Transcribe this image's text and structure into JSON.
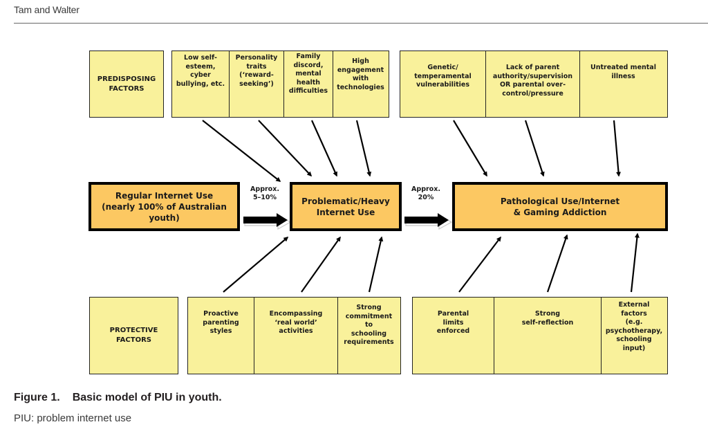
{
  "header": {
    "running_head": "Tam and Walter"
  },
  "predisposing": {
    "label": "PREDISPOSING\nFACTORS",
    "group1": [
      "Low self-\nesteem,\ncyber\nbullying, etc.",
      "Personality\ntraits\n(‘reward-\nseeking’)",
      "Family\ndiscord,\nmental\nhealth\ndifficulties",
      "High\nengagement\nwith\ntechnologies"
    ],
    "group2": [
      "Genetic/\ntemperamental\nvulnerabilities",
      "Lack of parent\nauthority/supervision\nOR parental over-\ncontrol/pressure",
      "Untreated mental\nillness"
    ]
  },
  "stages": {
    "regular": "Regular Internet Use\n(nearly 100% of Australian\nyouth)",
    "problematic": "Problematic/Heavy\nInternet Use",
    "pathological": "Pathological Use/Internet\n& Gaming Addiction"
  },
  "transitions": {
    "first": "Approx.\n5–10%",
    "second": "Approx.\n20%"
  },
  "protective": {
    "label": "PROTECTIVE\nFACTORS",
    "group1": [
      "Proactive\nparenting\nstyles",
      "Encompassing\n‘real world’\nactivities",
      "Strong\ncommitment\nto\nschooling\nrequirements"
    ],
    "group2": [
      "Parental\nlimits\nenforced",
      "Strong\nself-reflection",
      "External\nfactors\n(e.g.\npsychotherapy,\nschooling\ninput)"
    ]
  },
  "caption": {
    "figure_number": "Figure 1.",
    "title": "Basic model of PIU in youth.",
    "note": "PIU: problem internet use"
  },
  "colors": {
    "factor_fill": "#f9f19b",
    "stage_fill": "#fcc862",
    "outline": "#000000"
  }
}
